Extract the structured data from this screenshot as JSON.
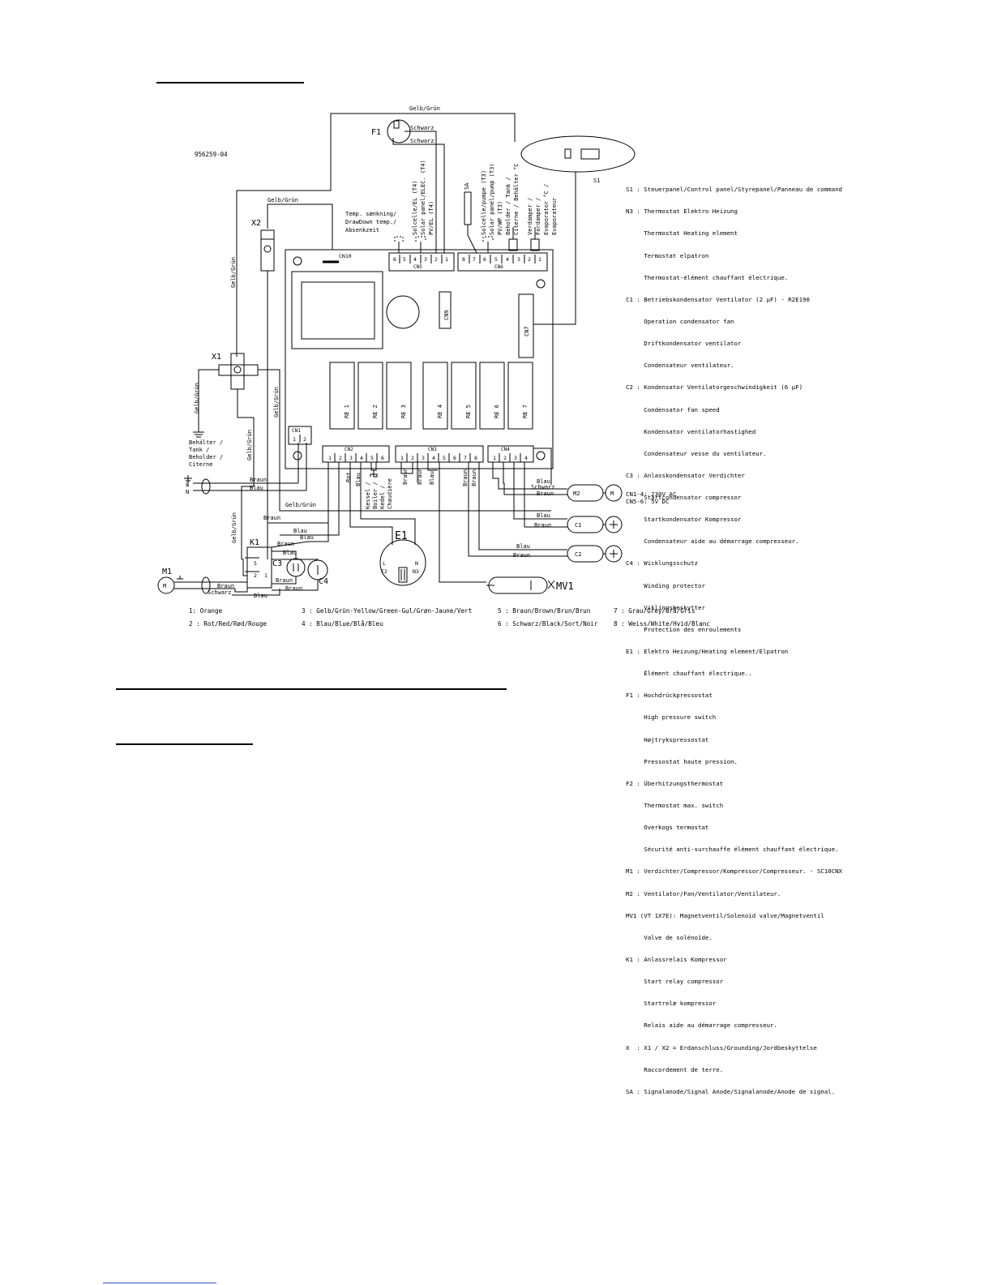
{
  "drawing_no": "956259-04",
  "components": {
    "S1": "S1",
    "F1": "F1",
    "X1": "X1",
    "X2": "X2",
    "K1": "K1",
    "M1": "M1",
    "C3": "C3",
    "C4": "C4",
    "E1": "E1",
    "E1_L": "L",
    "E1_N": "N",
    "E1_F2": "F2",
    "E1_N3": "N3",
    "MV1": "MV1",
    "M2": "M2",
    "C1": "C1",
    "C2": "C2",
    "SA": "SA",
    "M": "M"
  },
  "board": {
    "CN1": "CN1",
    "CN2": "CN2",
    "CN3": "CN3",
    "CN4": "CN4",
    "CN5": "CN5",
    "CN6": "CN6",
    "CN7": "CN7",
    "CN9": "CN9",
    "CN10": "CN10",
    "relays": [
      "RE 1",
      "RE 2",
      "RE 3",
      "RE 4",
      "RE 5",
      "RE 6",
      "RE 7"
    ],
    "cn5_pins": [
      "6",
      "5",
      "4",
      "3",
      "2",
      "1"
    ],
    "cn6_pins": [
      "8",
      "7",
      "6",
      "5",
      "4",
      "3",
      "2",
      "1"
    ],
    "cn1_pins": [
      "1",
      "2"
    ],
    "cn2_pins": [
      "1",
      "2",
      "3",
      "4",
      "5",
      "6"
    ],
    "cn3_pins": [
      "1",
      "2",
      "3",
      "4",
      "5",
      "6",
      "7",
      "8"
    ],
    "cn4_pins": [
      "1",
      "2",
      "3",
      "4"
    ]
  },
  "wires": {
    "gelb_gruen": "Gelb/Grün",
    "schwarz": "Schwarz",
    "braun": "Braun",
    "blau": "Blau",
    "rot": "Rot"
  },
  "labels": {
    "temp_sinking": [
      "Temp. sænkning/",
      "DrawDown temp./",
      "Absenkzeit"
    ],
    "cn5_sensors": [
      "Solcelle/EL (T4)",
      "Solar panel/ELEC. (T4)",
      "PV/EL (T4)"
    ],
    "cn6_sensors": [
      "Solcelle/pumpe (T3)",
      "Solar panel/pump (T3)",
      "PV/WP (T3)",
      "Beholder / Tank /",
      "Citerne / Behälter °C",
      "Verdamper /",
      "Fordamper /",
      "Evaporator °C /",
      "Evaporateur"
    ],
    "tank": [
      "Behälter /",
      "Tank /",
      "Beholder /",
      "Citerne"
    ],
    "boiler": [
      "Kessel /",
      "Boiler /",
      "Kedel /",
      "Chaudière"
    ],
    "mains_L": "L",
    "mains_N": "N"
  },
  "legend": [
    "S1 : Steuerpanel/Control panel/Styrepanel/Panneau de command",
    "N3 : Thermostat Elektro Heizung",
    "     Thermostat Heating element",
    "     Termostat elpatron",
    "     Thermostat-élément chauffant électrique.",
    "C1 : Betriebskondensator Ventilator (2 μF) - R2E190",
    "     Operation condensator fan",
    "     Driftkondensator ventilator",
    "     Condensateur ventilateur.",
    "C2 : Kondensator Ventilatorgeschwindigkeit (6 μF)",
    "     Condensator fan speed",
    "     Kondensator ventilatorhastighed",
    "     Condensateur vesse du ventilateur.",
    "C3 : Anlasskondensator Verdichter",
    "     Startcondensator compressor",
    "     Startkondensator Kompressor",
    "     Condensateur aide au démarrage compresseur.",
    "C4 : Wicklungsschutz",
    "     Winding protector",
    "     Viklingsbeskytter",
    "     Protection des enroulements",
    "E1 : Elektro Heizung/Heating element/Elpatron",
    "     Élément chauffant électrique..",
    "F1 : Hochdrückpressostat",
    "     High pressure switch",
    "     Højtrykspressostat",
    "     Pressostat haute pression.",
    "F2 : Überhitzungsthermostat",
    "     Thermostat max. switch",
    "     Overkogs termostat",
    "     Sécurité anti-surchauffe élément chauffant électrique.",
    "M1 : Verdichter/Compressor/Kompressor/Compresseur. - SC10CNX",
    "M2 : Ventilator/Fan/Ventilator/Ventilateur.",
    "MV1 (VT 1X7E): Magnetventil/Solenoid valve/Magnetventil",
    "     Valve de solénoïde.",
    "K1 : Anlassrelais Kompressor",
    "     Start relay compressor",
    "     Startrelæ kompressor",
    "     Relais aide au démarrage compresseur.",
    "X  : X1 / X2 = Erdanschluss/Grounding/Jordbeskyttelse",
    "     Raccordement de terre.",
    "SA : Signalanode/Signal Anode/Signalanode/Anode de signal."
  ],
  "cn_info": [
    "CN1-4: 230V AC",
    "CN5-6: 5V DC"
  ],
  "color_key": [
    "1: Orange",
    "2 : Rot/Red/Rød/Rouge",
    "3 : Gelb/Grün-Yellow/Green-Gul/Grøn-Jaune/Vert",
    "4 : Blau/Blue/Blå/Bleu",
    "5 : Braun/Brown/Brun/Brun",
    "6 : Schwarz/Black/Sort/Noir",
    "7 : Grau/Grey/Grå/Gris",
    "8 : Weiss/White/Hvid/Blanc"
  ]
}
